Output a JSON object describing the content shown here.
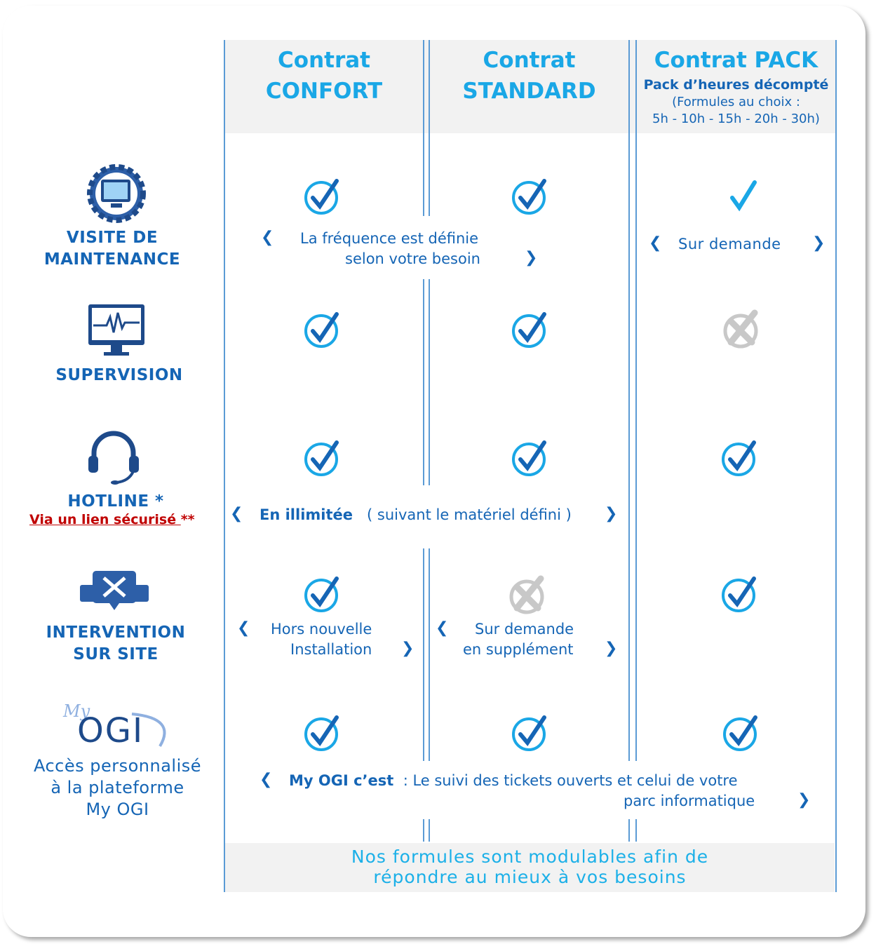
{
  "columns": [
    {
      "line1": "Contrat",
      "line2": "CONFORT"
    },
    {
      "line1": "Contrat",
      "line2": "STANDARD"
    },
    {
      "line1": "Contrat PACK",
      "subtitle": "Pack  d’heures décompté",
      "note1": "(Formules au choix  :",
      "note2": "5h - 10h - 15h - 20h - 30h)"
    }
  ],
  "rows": [
    {
      "label1": "VISITE  DE",
      "label2": "MAINTENANCE",
      "icon": "monitor-gear-icon",
      "status": [
        "check",
        "check",
        "check-plain"
      ],
      "note1": "La fréquence est définie",
      "note2": "selon votre besoin",
      "pack_note": "Sur  demande"
    },
    {
      "label1": "SUPERVISION",
      "icon": "monitor-pulse-icon",
      "status": [
        "check",
        "check",
        "cross"
      ]
    },
    {
      "label1": "HOTLINE *",
      "link": "Via  un  lien  sécurisé ",
      "link_suffix": "**",
      "icon": "headset-icon",
      "status": [
        "check",
        "check",
        "check"
      ],
      "note_bold": "En illimitée",
      "note": "( suivant le matériel défini )"
    },
    {
      "label1": "INTERVENTION",
      "label2": "SUR  SITE",
      "icon": "tools-chat-icon",
      "status": [
        "check",
        "cross",
        "check"
      ],
      "note_a1": "Hors nouvelle",
      "note_a2": "Installation",
      "note_b1": "Sur demande",
      "note_b2": "en supplément"
    },
    {
      "logo": "My OGi",
      "label1": "Accès personnalisé",
      "label2": "à la plateforme",
      "label3": "My  OGI",
      "status": [
        "check",
        "check",
        "check"
      ],
      "note_bold": "My OGI  c’est",
      "note1": ":  Le  suivi des tickets ouverts  et celui de votre",
      "note2": "parc  informatique"
    }
  ],
  "footer": {
    "line1": "Nos formules sont modulables afin de",
    "line2": "répondre au mieux à vos besoins"
  },
  "colors": {
    "cyan": "#1aa7e6",
    "blue": "#1565b5",
    "gray": "#c8c8c8",
    "red": "#c00000"
  }
}
